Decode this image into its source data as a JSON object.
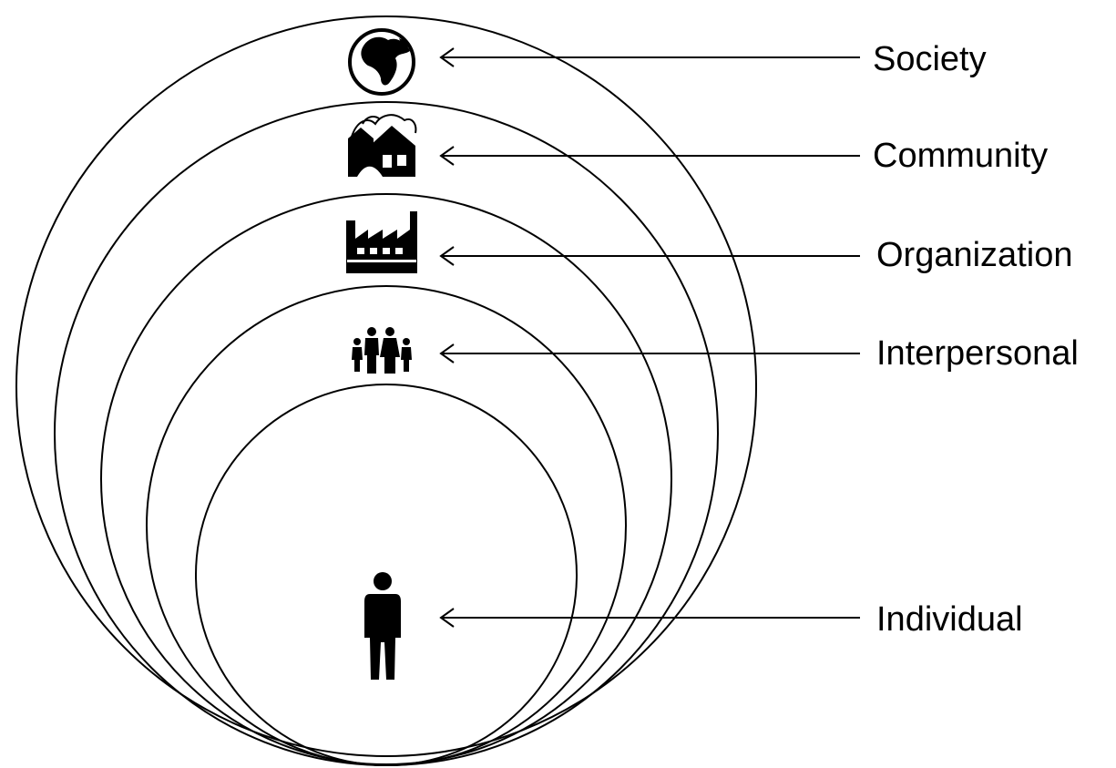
{
  "levels": [
    {
      "id": "society",
      "label": "Society",
      "icon": "globe-icon"
    },
    {
      "id": "community",
      "label": "Community",
      "icon": "houses-icon"
    },
    {
      "id": "organization",
      "label": "Organization",
      "icon": "factory-icon"
    },
    {
      "id": "interpersonal",
      "label": "Interpersonal",
      "icon": "family-icon"
    },
    {
      "id": "individual",
      "label": "Individual",
      "icon": "person-icon"
    }
  ],
  "colors": {
    "stroke": "#000000",
    "background": "#ffffff"
  }
}
